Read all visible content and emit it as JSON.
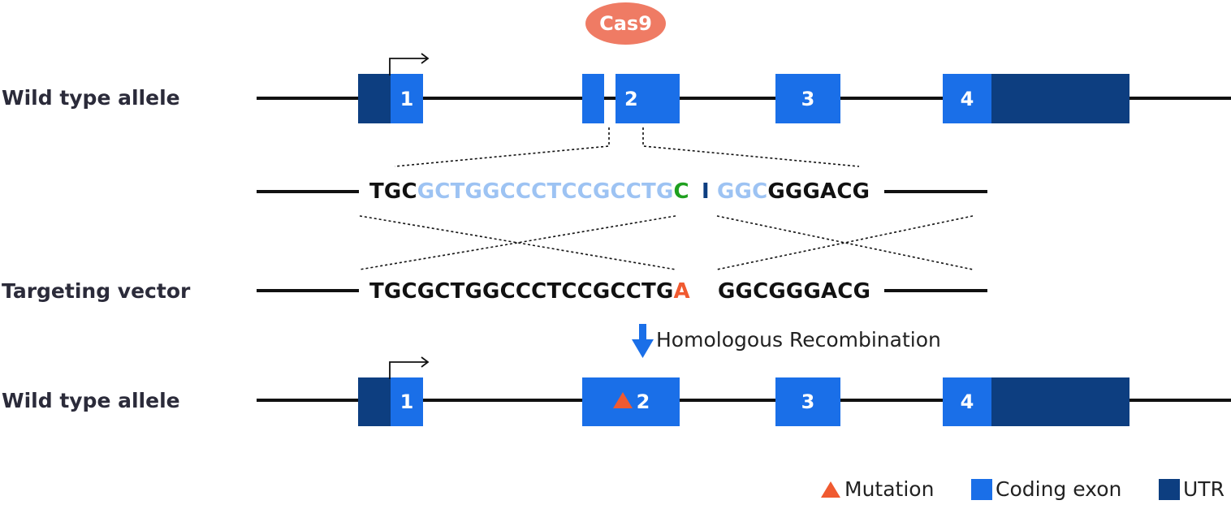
{
  "cas9": {
    "label": "Cas9",
    "color": "#ef7b64"
  },
  "rows": {
    "wild_top": {
      "label": "Wild type allele"
    },
    "targeting": {
      "label": "Targeting vector"
    },
    "wild_bottom": {
      "label": "Wild type allele"
    }
  },
  "exons_top": [
    "1",
    "2",
    "3",
    "4"
  ],
  "exons_bottom": [
    "1",
    "2",
    "3",
    "4"
  ],
  "sequence_wild": {
    "prefix": "TGC",
    "guide": "GCTGGCCCTCCGCCTG",
    "pam_base": "C",
    "cut_mark": "I",
    "guide_after": "GGC",
    "suffix": "GGGACG"
  },
  "sequence_vector": {
    "prefix": "TGCGCTGGCCCTCCGCCTG",
    "mutated_base": "A",
    "gap": " ",
    "after": "GGCGGGACG"
  },
  "process": {
    "label": "Homologous Recombination"
  },
  "legend": {
    "mutation": "Mutation",
    "coding": "Coding exon",
    "utr": "UTR"
  },
  "colors": {
    "coding_exon": "#1a6fe8",
    "utr": "#0d3e80",
    "mutation": "#f05a30",
    "guide": "#9dc3f3",
    "pam": "#1fa01f",
    "arrow": "#1a6fe8"
  }
}
